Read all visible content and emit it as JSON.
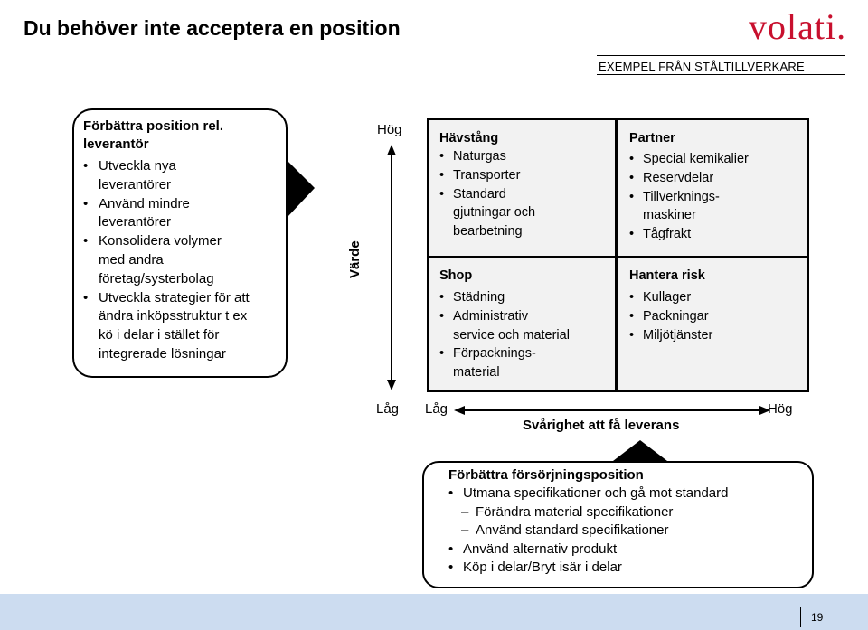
{
  "header": {
    "title": "Du behöver inte acceptera en position",
    "logo_text": "volati.",
    "example_label": "EXEMPEL FRÅN STÅLTILLVERKARE"
  },
  "left_box": {
    "heading_line1": "Förbättra position rel.",
    "heading_line2": "leverantör",
    "items": [
      [
        "Utveckla nya",
        "leverantörer"
      ],
      [
        "Använd mindre",
        "leverantörer"
      ],
      [
        "Konsolidera volymer",
        "med andra",
        "företag/systerbolag"
      ],
      [
        "Utveckla strategier för att",
        "ändra inköpsstruktur t ex",
        "kö i delar i stället för",
        "integrerade lösningar"
      ]
    ]
  },
  "y_axis": {
    "label": "Värde",
    "high": "Hög",
    "low": "Låg"
  },
  "x_axis": {
    "label": "Svårighet att få leverans",
    "low": "Låg",
    "high": "Hög"
  },
  "quadrants": {
    "top_left": {
      "title": "Hävstång",
      "items": [
        [
          "Naturgas"
        ],
        [
          "Transporter"
        ],
        [
          "Standard",
          "gjutningar och",
          "bearbetning"
        ]
      ]
    },
    "top_right": {
      "title": "Partner",
      "items": [
        [
          "Special kemikalier"
        ],
        [
          "Reservdelar"
        ],
        [
          "Tillverknings-",
          "maskiner"
        ],
        [
          "Tågfrakt"
        ]
      ]
    },
    "bottom_left": {
      "title": "Shop",
      "items": [
        [
          "Städning"
        ],
        [
          "Administrativ",
          "service och material"
        ],
        [
          "Förpacknings-",
          "material"
        ]
      ]
    },
    "bottom_right": {
      "title": "Hantera risk",
      "items": [
        [
          "Kullager"
        ],
        [
          "Packningar"
        ],
        [
          "Miljötjänster"
        ]
      ]
    }
  },
  "bottom_box": {
    "heading": "Förbättra försörjningsposition",
    "item1": "Utmana specifikationer och gå mot standard",
    "sub1": "Förändra material specifikationer",
    "sub2": "Använd standard specifikationer",
    "item2": "Använd alternativ produkt",
    "item3": "Köp i delar/Bryt isär i delar"
  },
  "page_number": "19",
  "colors": {
    "logo": "#c8102e",
    "arrow": "#1f2a5c",
    "quadrant_fill": "#f2f2f2",
    "footer": "#ccdcf0"
  }
}
